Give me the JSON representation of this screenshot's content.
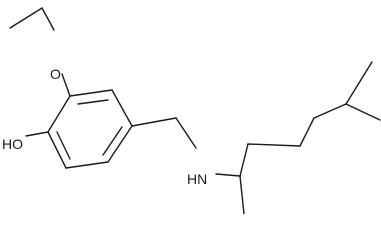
{
  "molecule": {
    "atom_labels": {
      "ether_oxygen": "O",
      "hydroxyl": "HO",
      "amine": "HN"
    },
    "colors": {
      "bond": "#1a1a1a",
      "label": "#1a1a1a",
      "background": "#ffffff"
    }
  }
}
